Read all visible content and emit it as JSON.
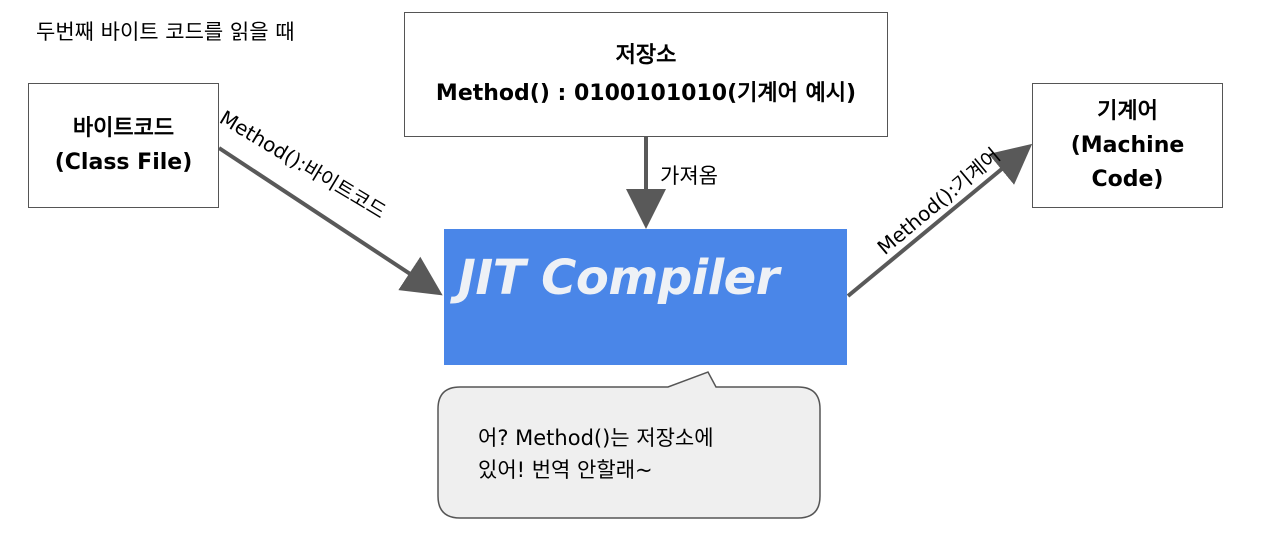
{
  "caption": "두번째 바이트 코드를 읽을 때",
  "bytecode_box": {
    "line1": "바이트코드",
    "line2": "(Class File)"
  },
  "storage_box": {
    "line1": "저장소",
    "line2": "Method() : 0100101010(기계어 예시)"
  },
  "machine_box": {
    "line1": "기계어",
    "line2": "(Machine",
    "line3": "Code)"
  },
  "jit_box": {
    "title": "JIT Compiler",
    "color": "#4a86e8"
  },
  "edges": {
    "bytecode_to_jit": "Method():바이트코드",
    "storage_to_jit": "가져옴",
    "jit_to_machine": "Method():기계어"
  },
  "speech_bubble": {
    "line1": "어? Method()는 저장소에",
    "line2": "있어!  번역 안할래~",
    "fill": "#efefef"
  }
}
